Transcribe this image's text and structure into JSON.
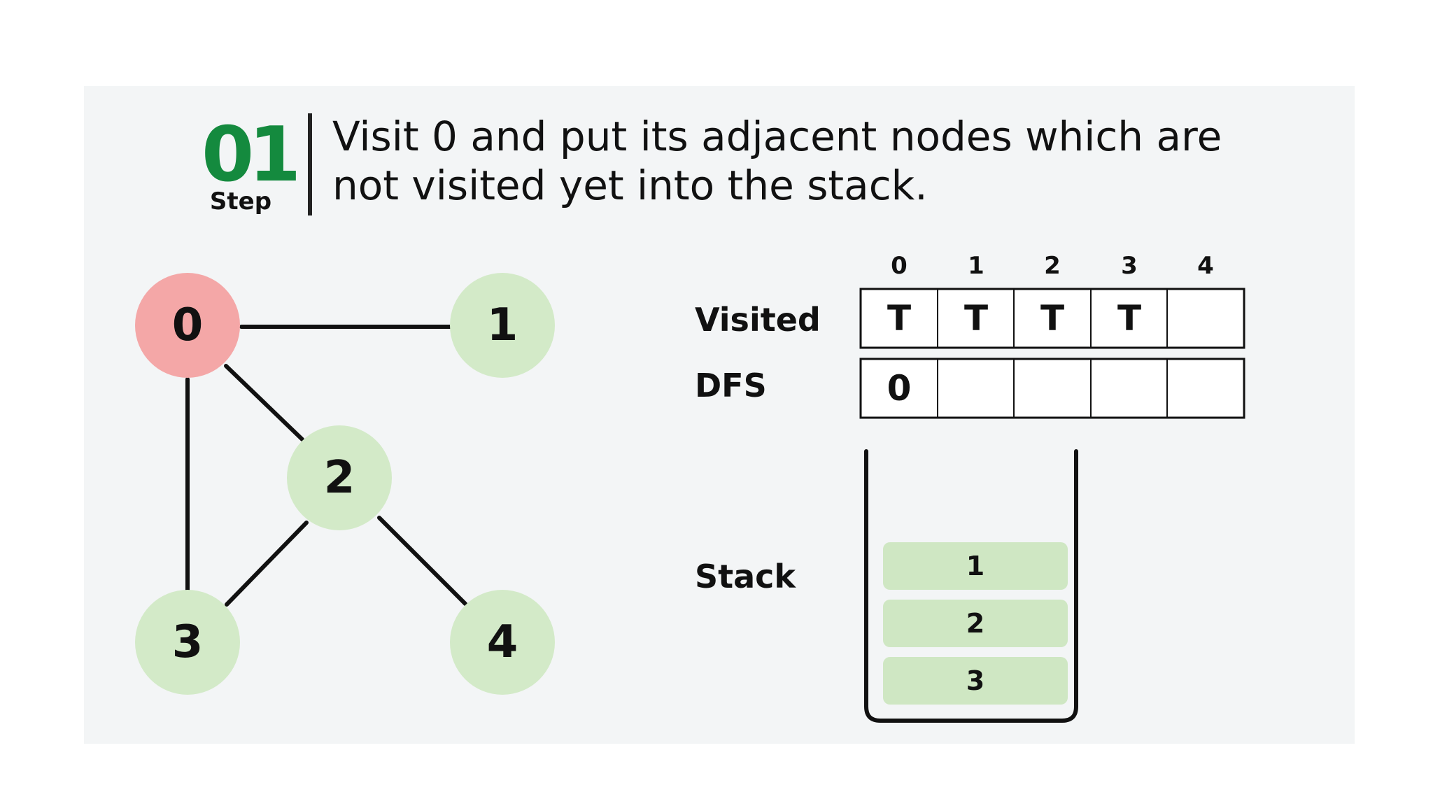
{
  "header": {
    "step_number": "01",
    "step_label": "Step",
    "title_line1": "Visit 0 and put its adjacent nodes which are",
    "title_line2": "not visited yet into the stack."
  },
  "colors": {
    "step_green": "#148a3e",
    "visited_node": "#f4a7a7",
    "node": "#d3eac8",
    "stack_item": "#cfe7c3",
    "panel": "#f3f5f6"
  },
  "graph": {
    "nodes": [
      {
        "id": "0",
        "state": "visited"
      },
      {
        "id": "1",
        "state": "unvisited"
      },
      {
        "id": "2",
        "state": "unvisited"
      },
      {
        "id": "3",
        "state": "unvisited"
      },
      {
        "id": "4",
        "state": "unvisited"
      }
    ],
    "edges": [
      [
        "0",
        "1"
      ],
      [
        "0",
        "2"
      ],
      [
        "0",
        "3"
      ],
      [
        "2",
        "3"
      ],
      [
        "2",
        "4"
      ]
    ]
  },
  "table": {
    "indices": [
      "0",
      "1",
      "2",
      "3",
      "4"
    ],
    "visited_label": "Visited",
    "visited": [
      "T",
      "T",
      "T",
      "T",
      ""
    ],
    "dfs_label": "DFS",
    "dfs": [
      "0",
      "",
      "",
      "",
      ""
    ]
  },
  "stack": {
    "label": "Stack",
    "items": [
      "1",
      "2",
      "3"
    ]
  }
}
